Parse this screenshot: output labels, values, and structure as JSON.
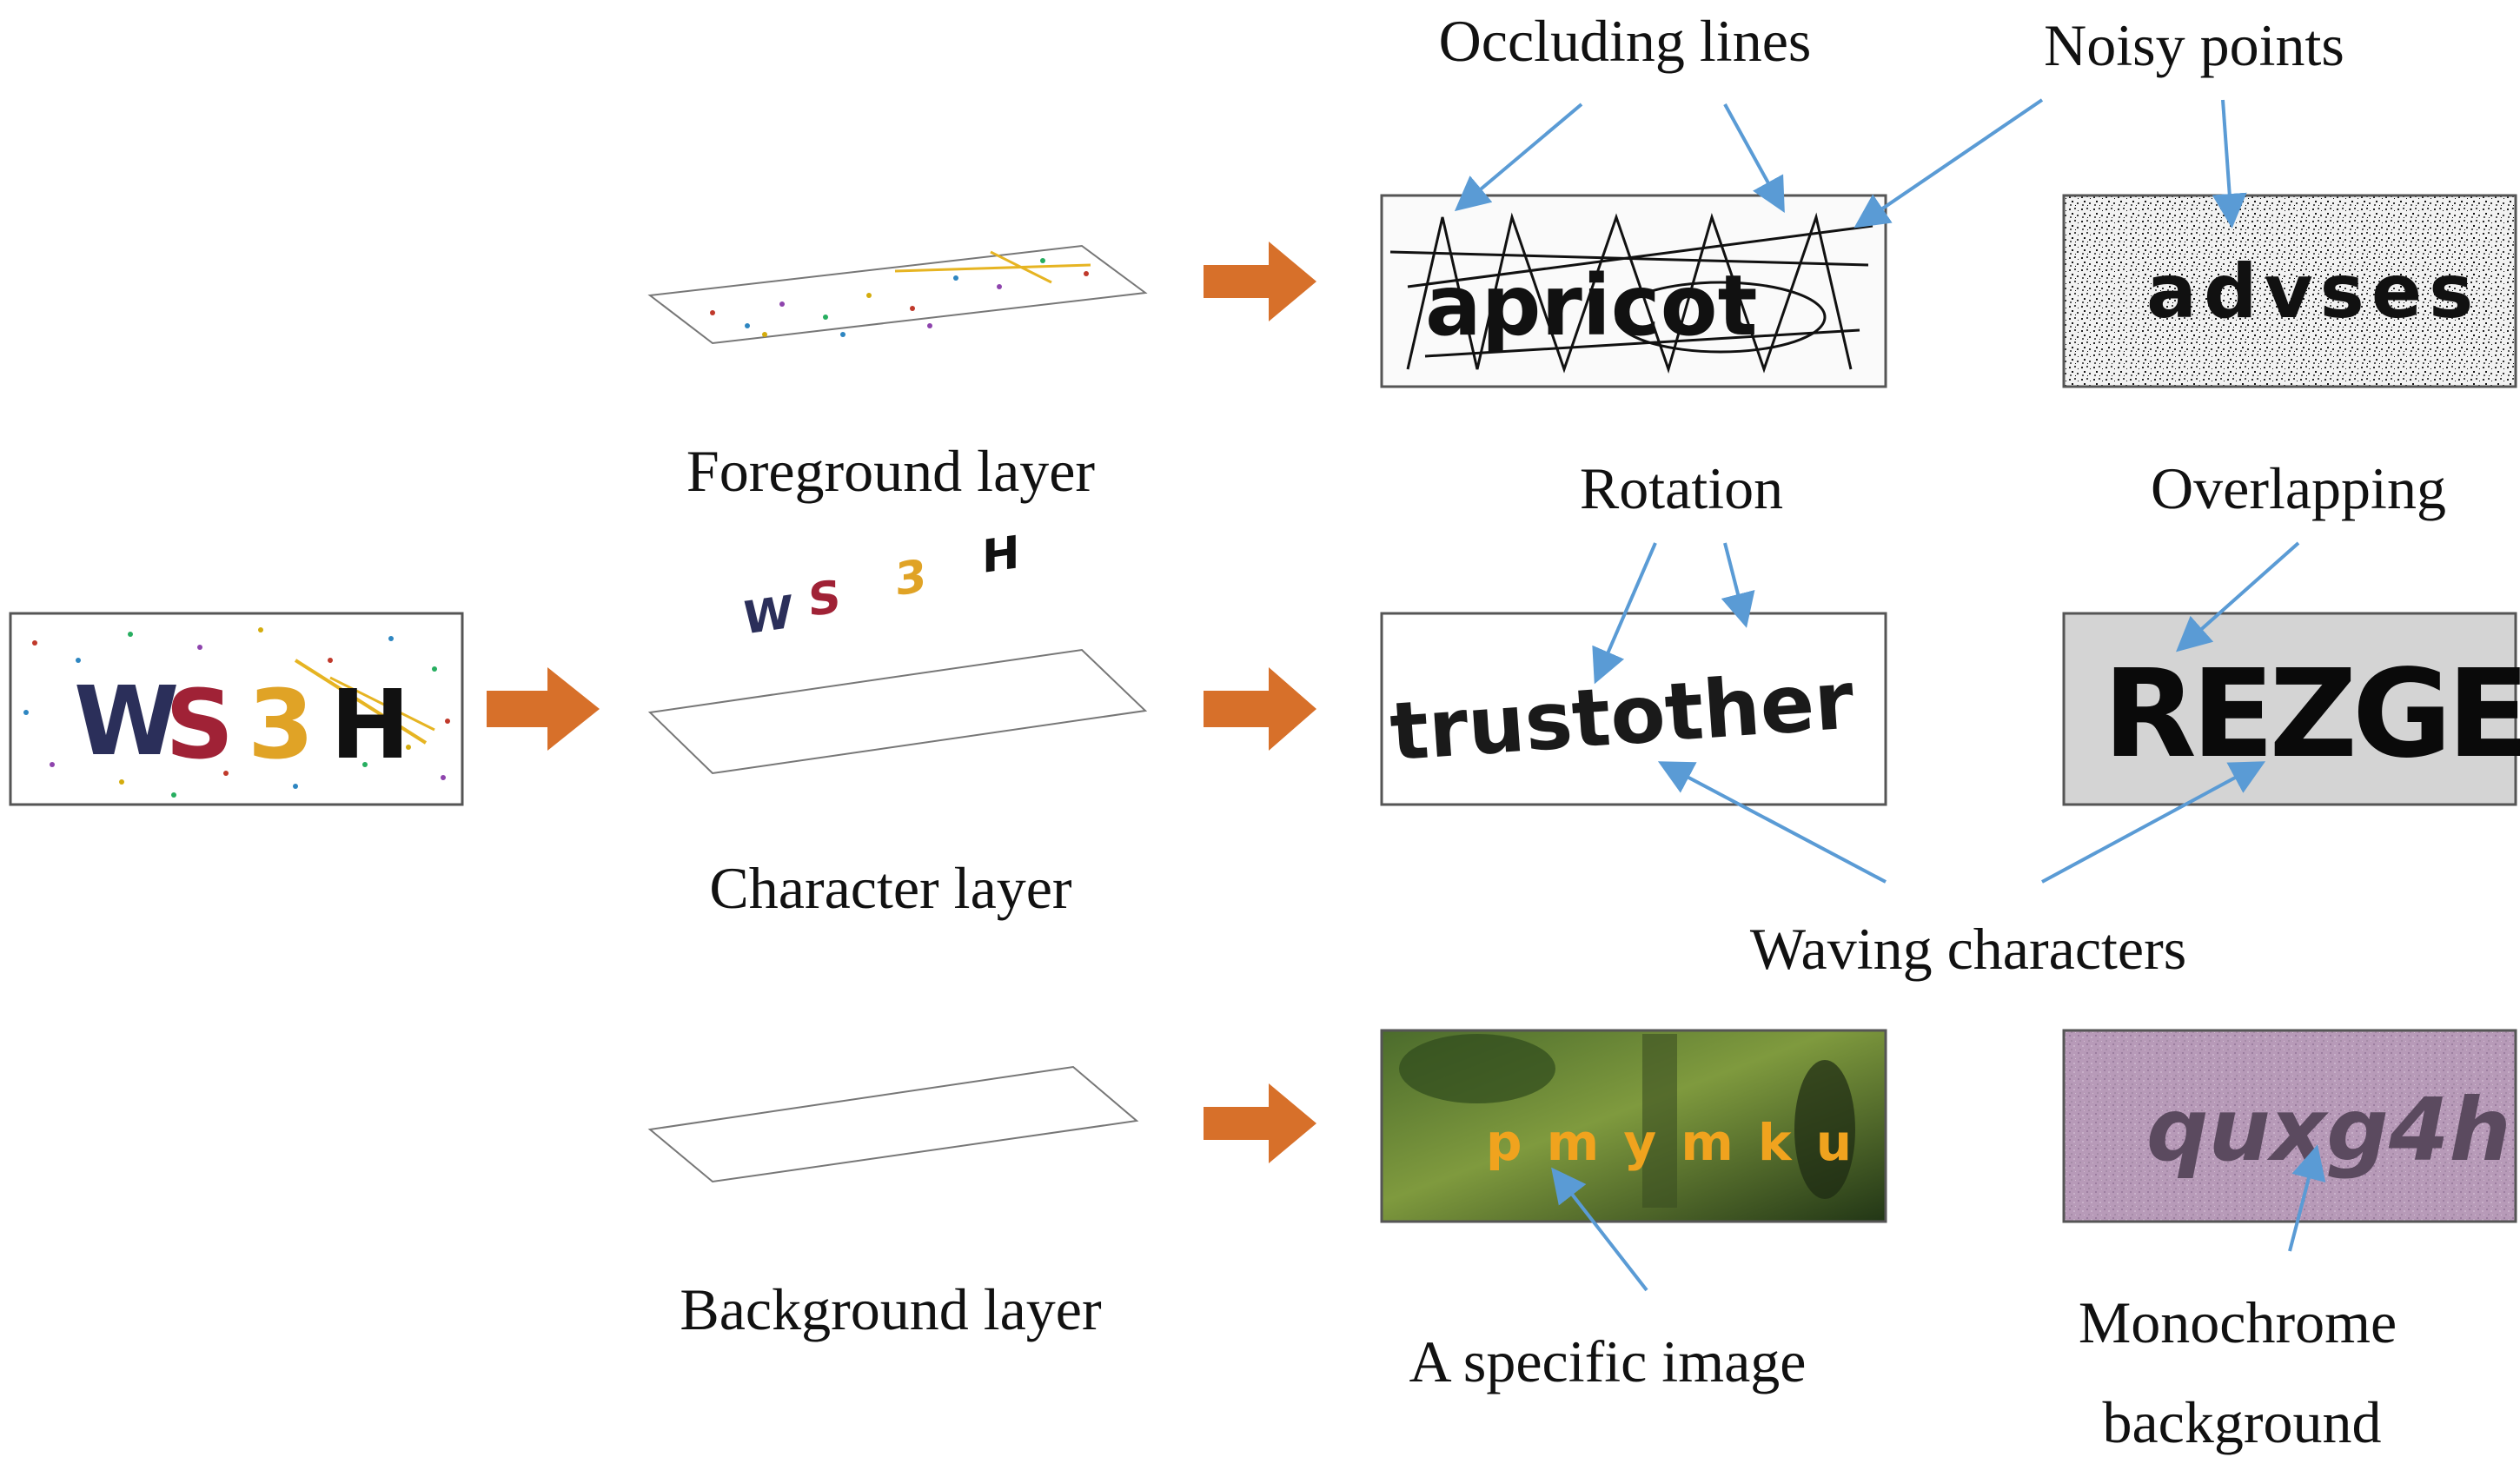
{
  "layers": {
    "foreground": "Foreground layer",
    "character": "Character layer",
    "background": "Background layer"
  },
  "annotations": {
    "occluding_lines": "Occluding lines",
    "noisy_points": "Noisy points",
    "rotation": "Rotation",
    "overlapping": "Overlapping",
    "waving_characters": "Waving characters",
    "specific_image": "A specific image",
    "monochrome_line1": "Monochrome",
    "monochrome_line2": "background"
  },
  "captchas": {
    "source": [
      "W",
      "S",
      "3",
      "H"
    ],
    "layer_chars": [
      "W",
      "S",
      "3",
      "H"
    ],
    "apricot": "apricot",
    "advses": "advses",
    "trustother": "trustother",
    "rezge": "REZGE",
    "pmymku": "p m y m k u",
    "quxg4h": "quxg4h"
  },
  "colors": {
    "arrow_orange": "#D7702A",
    "pointer_blue": "#5A9BD5"
  }
}
